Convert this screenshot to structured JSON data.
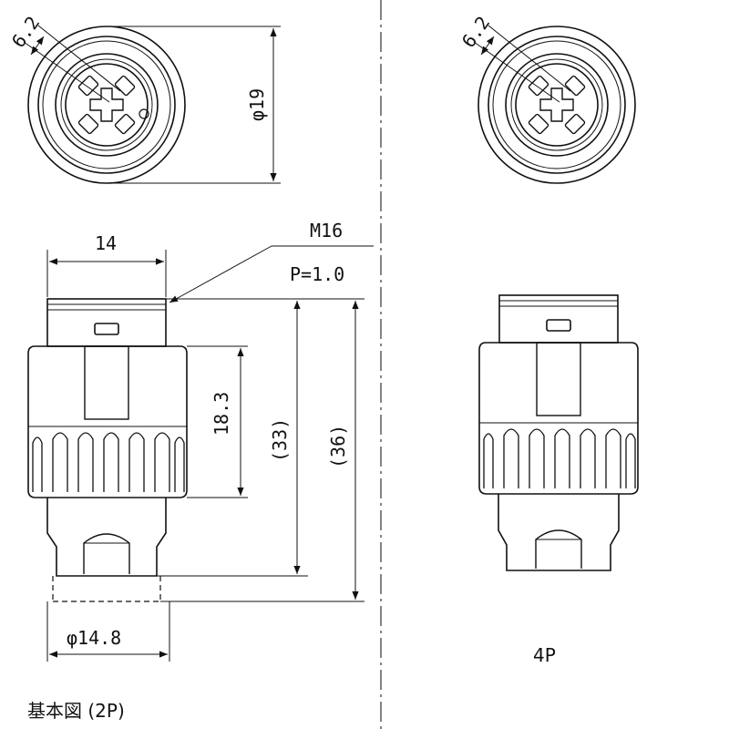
{
  "left_view": {
    "dim_pitch": "6.2",
    "dim_outer_diameter": "φ19",
    "dim_width": "14",
    "thread_size": "M16",
    "thread_pitch": "P=1.0",
    "dim_knob_height": "18.3",
    "dim_height_inner": "(33)",
    "dim_height_total": "(36)",
    "dim_base_diameter": "φ14.8",
    "caption": "基本図 (2P)"
  },
  "right_view": {
    "dim_pitch": "6.2",
    "caption": "4P"
  }
}
